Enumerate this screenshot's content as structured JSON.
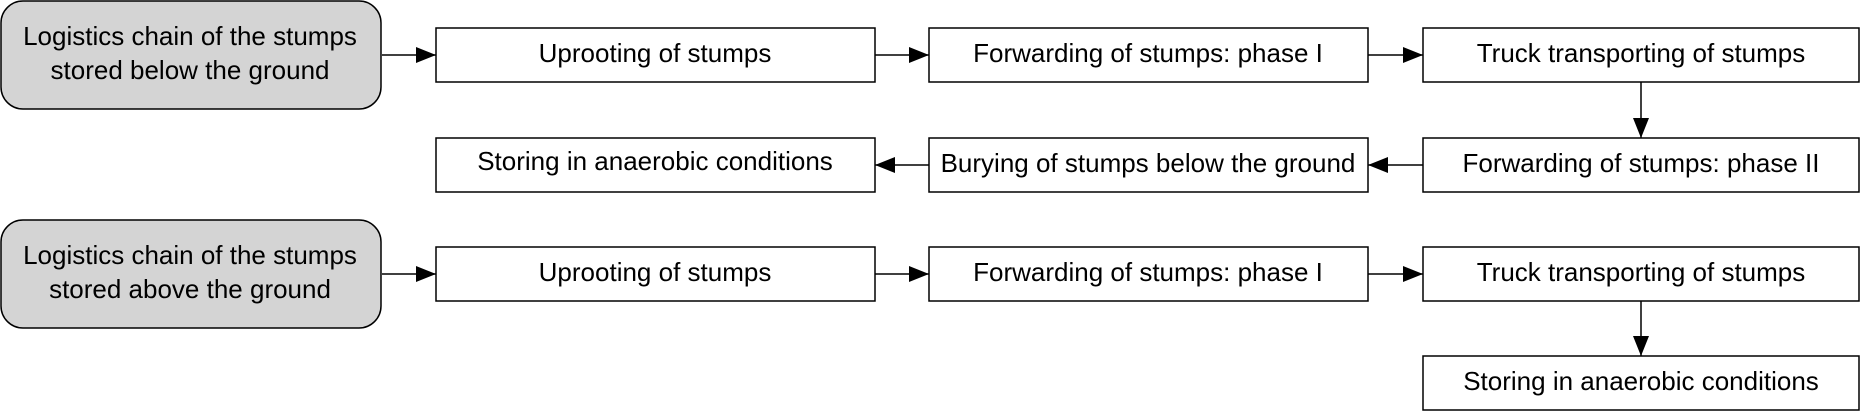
{
  "chains": [
    {
      "title_line1": "Logistics chain of the stumps",
      "title_line2": "stored below the ground",
      "steps": [
        "Uprooting of stumps",
        "Forwarding of stumps: phase I",
        "Truck transporting of stumps",
        "Forwarding of stumps: phase II",
        "Burying of stumps below the ground",
        "Storing in anaerobic conditions"
      ]
    },
    {
      "title_line1": "Logistics chain of the stumps",
      "title_line2": "stored above the ground",
      "steps": [
        "Uprooting of stumps",
        "Forwarding of stumps: phase I",
        "Truck transporting of stumps",
        "Storing in anaerobic conditions"
      ]
    }
  ],
  "colors": {
    "chain_box_fill": "#d4d4d4",
    "step_box_fill": "#ffffff",
    "stroke": "#000000"
  }
}
